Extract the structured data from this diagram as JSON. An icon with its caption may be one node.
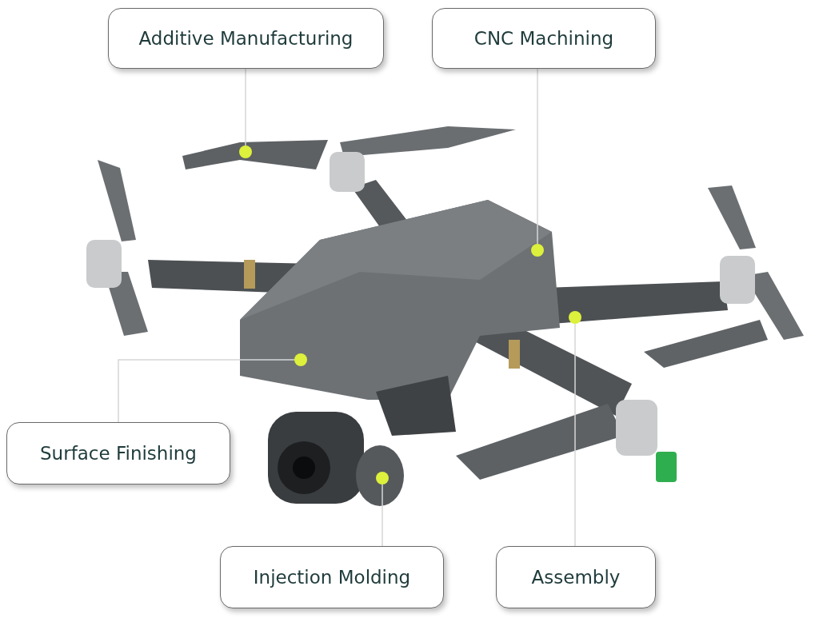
{
  "diagram": {
    "nodes": [
      {
        "text": [
          "Additive Manufacturing"
        ]
      },
      {
        "text": [
          "CNC Machining"
        ]
      },
      {
        "text": [
          "Surface Finishing"
        ]
      },
      {
        "text": [
          "Injection Molding"
        ]
      },
      {
        "text": [
          "Assembly"
        ]
      },
      {
        "text": [],
        "shape": "circle"
      },
      {
        "text": [],
        "shape": "circle"
      },
      {
        "text": [],
        "shape": "circle"
      },
      {
        "text": [],
        "shape": "circle"
      },
      {
        "text": [],
        "shape": "circle"
      }
    ],
    "edges": [
      {
        "from": 0,
        "to": 5,
        "arrow": "none"
      },
      {
        "from": 1,
        "to": 6,
        "arrow": "none"
      },
      {
        "from": 2,
        "to": 8,
        "arrow": "none"
      },
      {
        "from": 3,
        "to": 9,
        "arrow": "none"
      },
      {
        "from": 4,
        "to": 7,
        "arrow": "none"
      }
    ]
  }
}
